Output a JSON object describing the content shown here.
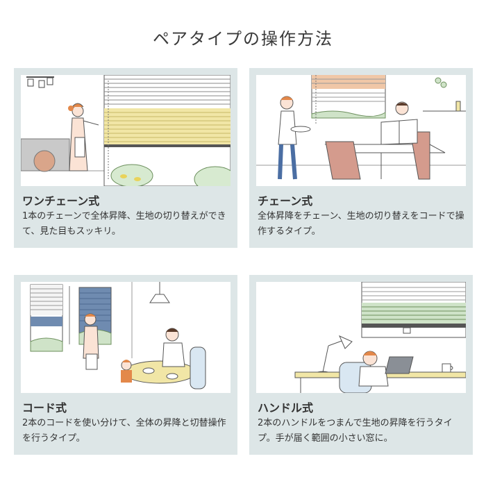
{
  "title": "ペアタイプの操作方法",
  "cards": [
    {
      "name": "ワンチェーン式",
      "desc": "1本のチェーンで全体昇降、生地の切り替えができて、見た目もスッキリ。"
    },
    {
      "name": "チェーン式",
      "desc": "全体昇降をチェーン、生地の切り替えをコードで操作するタイプ。"
    },
    {
      "name": "コード式",
      "desc": "2本のコードを使い分けて、全体の昇降と切替操作を行うタイプ。"
    },
    {
      "name": "ハンドル式",
      "desc": "2本のハンドルをつまんで生地の昇降を行うタイプ。手が届く範囲の小さい窓に。"
    }
  ],
  "colors": {
    "card_bg": "#dde6e7",
    "blind_yellow": "#f1e6a6",
    "blind_white": "#f4f4f4",
    "accent_orange": "#e3884a",
    "blind_blue": "#6f8bb0",
    "blind_green": "#cfe3c8"
  }
}
